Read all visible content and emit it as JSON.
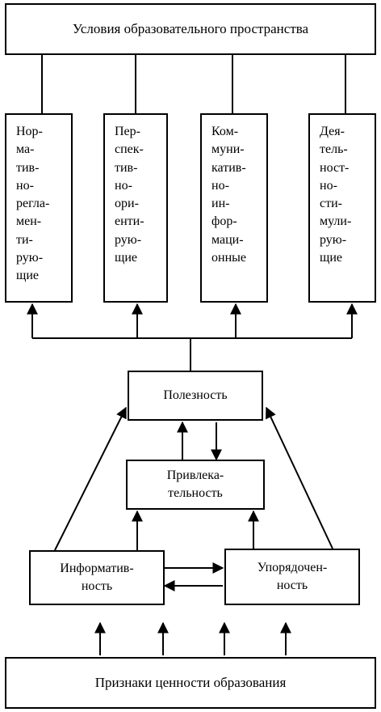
{
  "top_title": "Условия образовательного пространства",
  "bottom_title": "Признаки ценности образования",
  "columns": [
    [
      "Нор-",
      "ма-",
      "тив-",
      "но-",
      "регла-",
      "мен-",
      "ти-",
      "рую-",
      "щие"
    ],
    [
      "Пер-",
      "спек-",
      "тив-",
      "но-",
      "ори-",
      "енти-",
      "рую-",
      "щие"
    ],
    [
      "Ком-",
      "муни-",
      "катив-",
      "но-",
      "ин-",
      "фор-",
      "маци-",
      "онные"
    ],
    [
      "Дея-",
      "тель-",
      "ност-",
      "но-",
      "сти-",
      "мули-",
      "рую-",
      "щие"
    ]
  ],
  "usefulness": "Полезность",
  "attractiveness": [
    "Привлека-",
    "тельность"
  ],
  "informativeness": [
    "Информатив-",
    "ность"
  ],
  "orderliness": [
    "Упорядочен-",
    "ность"
  ]
}
